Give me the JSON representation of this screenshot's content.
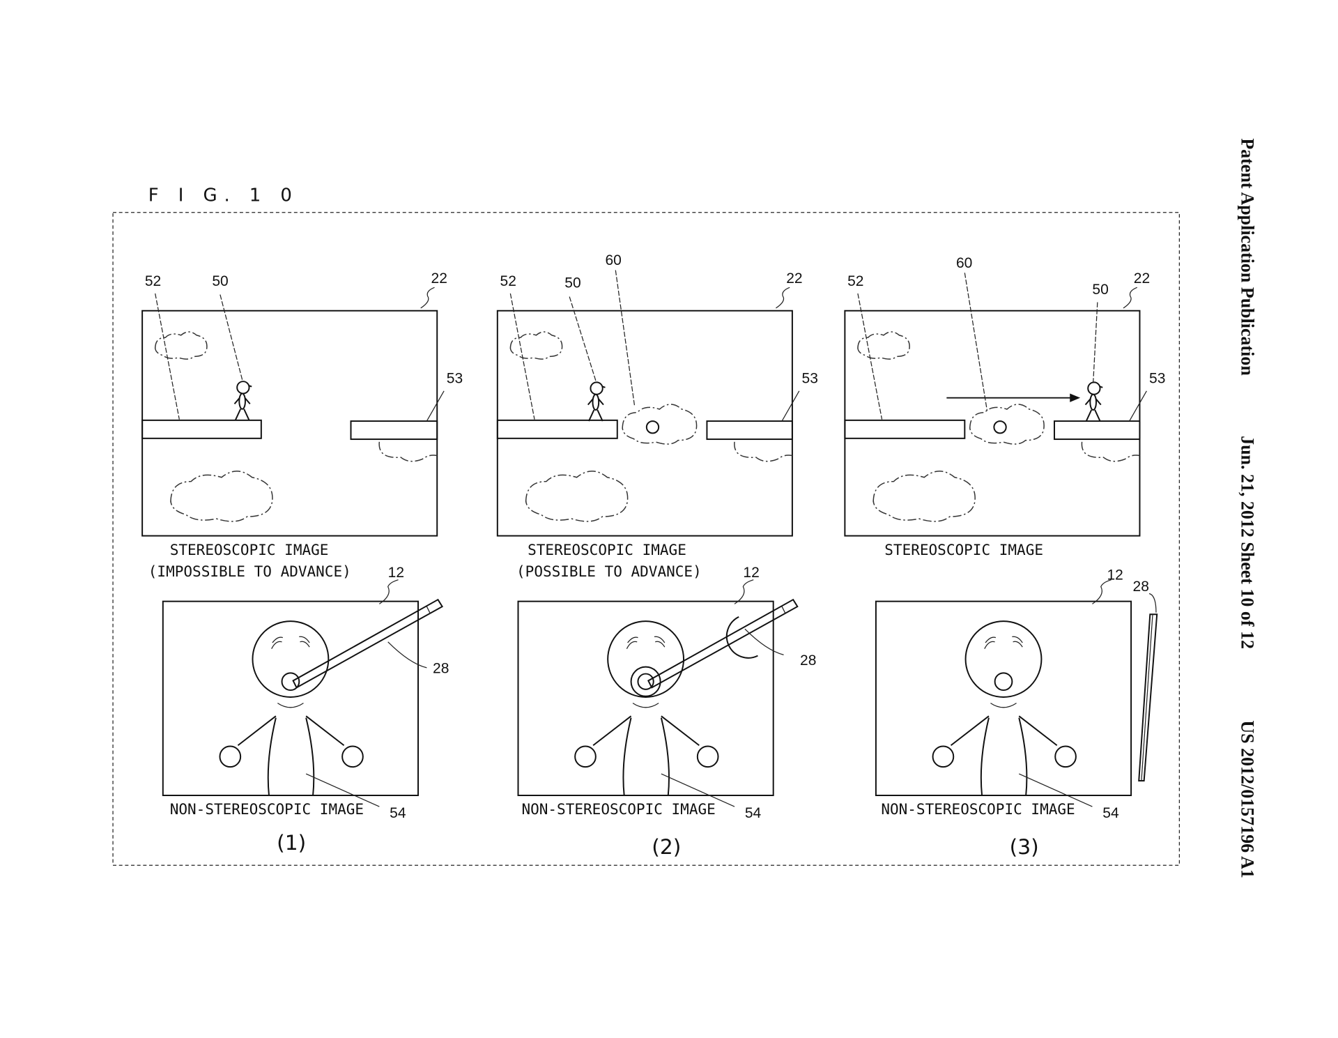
{
  "header": {
    "publication": "Patent Application Publication",
    "date_sheet": "Jun. 21, 2012  Sheet 10 of 12",
    "number": "US 2012/0157196 A1"
  },
  "figure_title": "F I G. 1 0",
  "panels": [
    {
      "index_label": "(1)",
      "top_caption": [
        "STEREOSCOPIC IMAGE",
        "(IMPOSSIBLE TO ADVANCE)"
      ],
      "bottom_caption": "NON-STEREOSCOPIC IMAGE",
      "refs": {
        "r52": "52",
        "r50": "50",
        "r22": "22",
        "r53": "53",
        "r12": "12",
        "r28": "28",
        "r54": "54"
      }
    },
    {
      "index_label": "(2)",
      "top_caption": [
        "STEREOSCOPIC IMAGE",
        "(POSSIBLE TO ADVANCE)"
      ],
      "bottom_caption": "NON-STEREOSCOPIC IMAGE",
      "refs": {
        "r52": "52",
        "r50": "50",
        "r60": "60",
        "r22": "22",
        "r53": "53",
        "r12": "12",
        "r28": "28",
        "r54": "54"
      }
    },
    {
      "index_label": "(3)",
      "top_caption": [
        "STEREOSCOPIC IMAGE"
      ],
      "bottom_caption": "NON-STEREOSCOPIC IMAGE",
      "refs": {
        "r52": "52",
        "r50": "50",
        "r60": "60",
        "r22": "22",
        "r53": "53",
        "r12": "12",
        "r28": "28",
        "r54": "54"
      }
    }
  ]
}
